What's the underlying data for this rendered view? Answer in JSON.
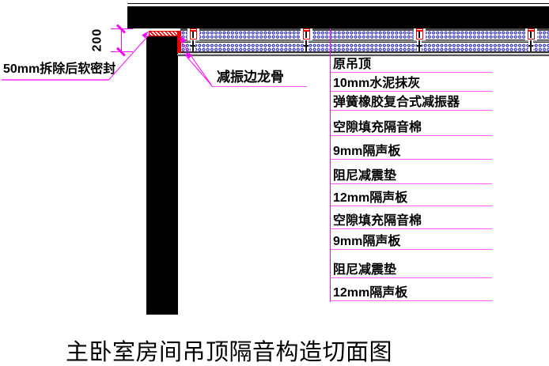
{
  "title": "主卧室房间吊顶隔音构造切面图",
  "annotations": {
    "dimension": "200",
    "soft_seal": "50mm拆除后软密封",
    "edge_keel": "减振边龙骨"
  },
  "layers": [
    "原吊顶",
    "10mm水泥抹灰",
    "弹簧橡胶复合式减振器",
    "空隙填充隔音棉",
    "9mm隔声板",
    "阻尼减震垫",
    "12mm隔声板",
    "空隙填充隔音棉",
    "9mm隔声板",
    "阻尼减震垫",
    "12mm隔声板"
  ],
  "colors": {
    "leader_magenta": "#FF00FF",
    "underline_pink": "#FF5CFF",
    "structure_black": "#000000",
    "damper_red": "#E80000",
    "insulation_blue": "#3A3AC8",
    "board_gray": "#8A8A8A"
  }
}
